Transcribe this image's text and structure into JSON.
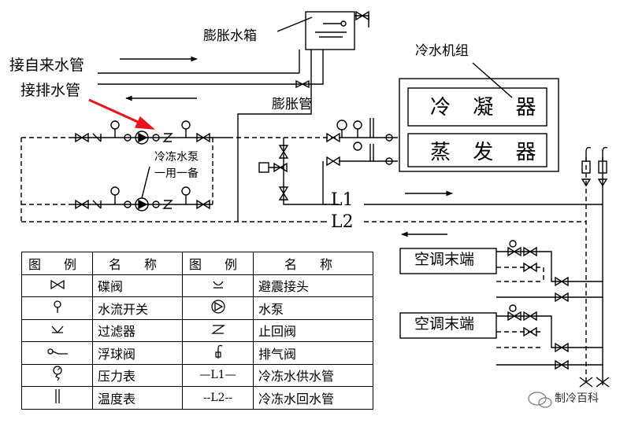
{
  "labels": {
    "expansion_tank": "膨胀水箱",
    "from_city_water": "接自来水管",
    "to_drain": "接排水管",
    "expansion_pipe": "膨胀管",
    "chiller": "冷水机组",
    "condenser": "冷 凝 器",
    "evaporator": "蒸 发 器",
    "pump_name": "冷冻水泵",
    "pump_note": "一用一备",
    "supply_line": "L1",
    "return_line": "L2",
    "terminal_1": "空调末端",
    "terminal_2": "空调末端",
    "watermark": "制冷百科"
  },
  "legend": {
    "header": {
      "symbol_a": "图 例",
      "name_a": "名 称",
      "symbol_b": "图 例",
      "name_b": "名 称"
    },
    "rows": [
      {
        "icon_a": "butterfly-valve",
        "name_a": "碟阀",
        "icon_b": "anti-vibration-joint",
        "name_b": "避震接头"
      },
      {
        "icon_a": "flow-switch",
        "name_a": "水流开关",
        "icon_b": "water-pump",
        "name_b": "水泵"
      },
      {
        "icon_a": "strainer",
        "name_a": "过滤器",
        "icon_b": "check-valve",
        "name_b": "止回阀"
      },
      {
        "icon_a": "float-valve",
        "name_a": "浮球阀",
        "icon_b": "air-vent-valve",
        "name_b": "排气阀"
      },
      {
        "icon_a": "pressure-gauge",
        "name_a": "压力表",
        "symbol_text_b": "—L1—",
        "name_b": "冷冻水供水管"
      },
      {
        "icon_a": "thermometer",
        "name_a": "温度表",
        "symbol_text_b": "--L2--",
        "name_b": "冷冻水回水管"
      }
    ]
  },
  "colors": {
    "highlight_arrow": "#e8161b",
    "line": "#000000"
  }
}
